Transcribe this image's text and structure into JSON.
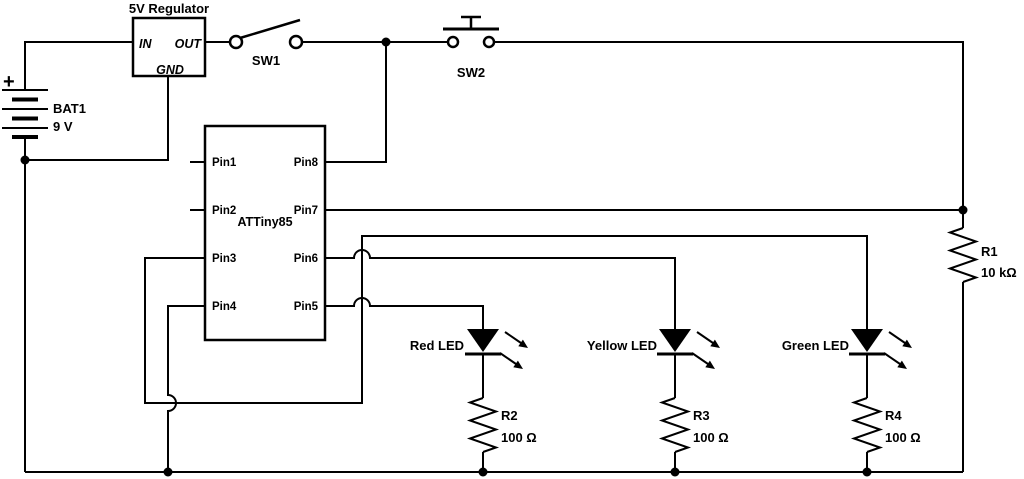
{
  "diagram": {
    "type": "circuit-schematic",
    "colors": {
      "wire": "#000000",
      "background": "#ffffff"
    },
    "regulator": {
      "title": "5V Regulator",
      "pin_in": "IN",
      "pin_out": "OUT",
      "pin_gnd": "GND"
    },
    "battery": {
      "ref": "BAT1",
      "value": "9 V",
      "polarity": "+"
    },
    "switches": [
      {
        "ref": "SW1",
        "kind": "toggle-switch"
      },
      {
        "ref": "SW2",
        "kind": "pushbutton"
      }
    ],
    "mcu": {
      "ref": "ATTiny85",
      "pins_left": [
        "Pin1",
        "Pin2",
        "Pin3",
        "Pin4"
      ],
      "pins_right": [
        "Pin8",
        "Pin7",
        "Pin6",
        "Pin5"
      ]
    },
    "leds": [
      {
        "label": "Red LED"
      },
      {
        "label": "Yellow LED"
      },
      {
        "label": "Green LED"
      }
    ],
    "resistors": [
      {
        "ref": "R1",
        "value": "10 kΩ"
      },
      {
        "ref": "R2",
        "value": "100 Ω"
      },
      {
        "ref": "R3",
        "value": "100 Ω"
      },
      {
        "ref": "R4",
        "value": "100 Ω"
      }
    ]
  }
}
